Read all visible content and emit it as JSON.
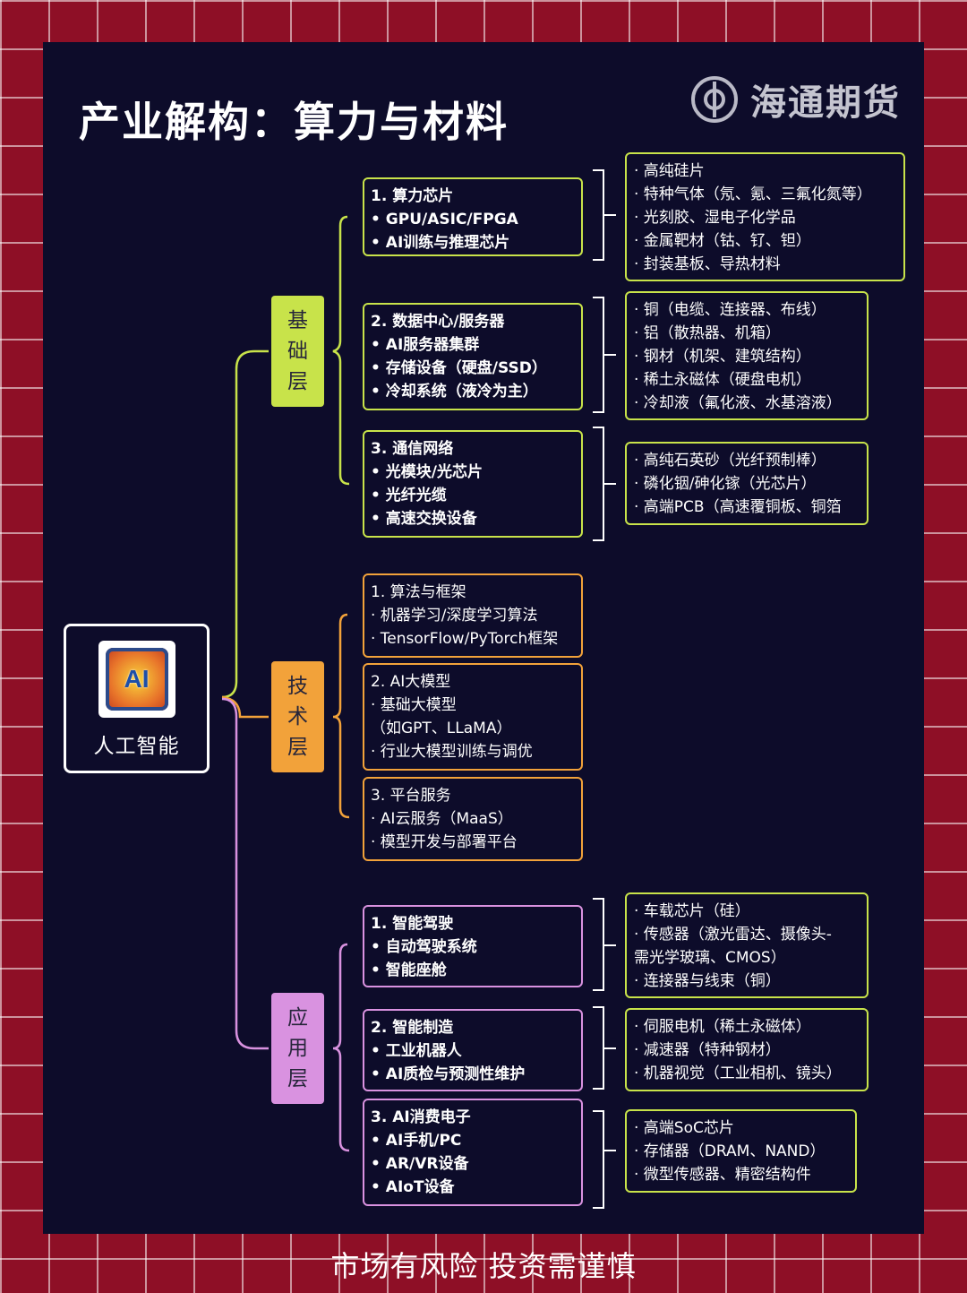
{
  "title": "产业解构：算力与材料",
  "logo": {
    "text": "海通期货",
    "icon": "haitong-logo-icon"
  },
  "root": {
    "label": "人工智能",
    "icon_text": "AI",
    "icon": "ai-chip-icon"
  },
  "colors": {
    "foundation": "#c8e34a",
    "tech": "#f2a23a",
    "application": "#d992e0",
    "background": "#0d0c2a",
    "frame": "#8e0f26"
  },
  "layers": [
    {
      "label": "基础层",
      "nodes": [
        {
          "lines": [
            "1. 算力芯片",
            "• GPU/ASIC/FPGA",
            "• AI训练与推理芯片"
          ],
          "materials": [
            "· 高纯硅片",
            "· 特种气体（氖、氪、三氟化氮等）",
            "· 光刻胶、湿电子化学品",
            "· 金属靶材（钴、钌、钽）",
            "· 封装基板、导热材料"
          ]
        },
        {
          "lines": [
            "2. 数据中心/服务器",
            "• AI服务器集群",
            "• 存储设备（硬盘/SSD）",
            "• 冷却系统（液冷为主）"
          ],
          "materials": [
            "· 铜（电缆、连接器、布线）",
            "· 铝（散热器、机箱）",
            "· 钢材（机架、建筑结构）",
            "· 稀土永磁体（硬盘电机）",
            "· 冷却液（氟化液、水基溶液）"
          ]
        },
        {
          "lines": [
            "3. 通信网络",
            "• 光模块/光芯片",
            "• 光纤光缆",
            "• 高速交换设备"
          ],
          "materials": [
            "· 高纯石英砂（光纤预制棒）",
            "· 磷化铟/砷化镓（光芯片）",
            "· 高端PCB（高速覆铜板、铜箔"
          ]
        }
      ]
    },
    {
      "label": "技术层",
      "nodes": [
        {
          "lines": [
            "1. 算法与框架",
            "· 机器学习/深度学习算法",
            "· TensorFlow/PyTorch框架"
          ]
        },
        {
          "lines": [
            "2. AI大模型",
            "· 基础大模型",
            "（如GPT、LLaMA）",
            "· 行业大模型训练与调优"
          ]
        },
        {
          "lines": [
            "3. 平台服务",
            "· AI云服务（MaaS）",
            "· 模型开发与部署平台"
          ]
        }
      ]
    },
    {
      "label": "应用层",
      "nodes": [
        {
          "lines": [
            "1. 智能驾驶",
            "• 自动驾驶系统",
            "• 智能座舱"
          ],
          "materials": [
            "· 车载芯片（硅）",
            "· 传感器（激光雷达、摄像头-",
            "需光学玻璃、CMOS）",
            "· 连接器与线束（铜）"
          ]
        },
        {
          "lines": [
            "2. 智能制造",
            "• 工业机器人",
            "• AI质检与预测性维护"
          ],
          "materials": [
            "· 伺服电机（稀土永磁体）",
            "· 减速器（特种钢材）",
            "· 机器视觉（工业相机、镜头）"
          ]
        },
        {
          "lines": [
            "3. AI消费电子",
            "• AI手机/PC",
            "• AR/VR设备",
            "• AIoT设备"
          ],
          "materials": [
            "· 高端SoC芯片",
            "· 存储器（DRAM、NAND）",
            "· 微型传感器、精密结构件"
          ]
        }
      ]
    }
  ],
  "footer": "市场有风险 投资需谨慎"
}
